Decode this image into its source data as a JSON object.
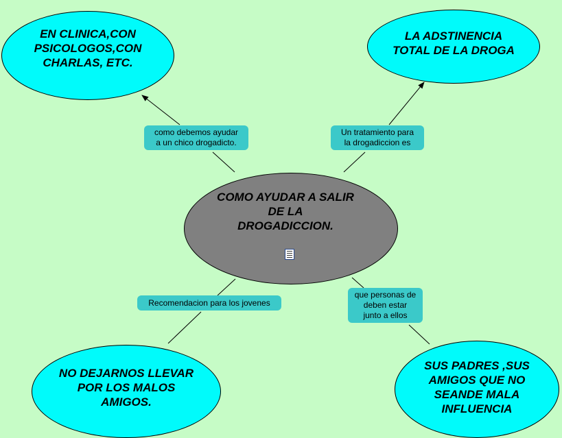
{
  "concept_map": {
    "center": "COMO AYUDAR A SALIR\nDE LA\nDROGADICCION.",
    "center_icon": "document-icon",
    "nodes": {
      "top_left": "EN CLINICA,CON\nPSICOLOGOS,CON\nCHARLAS, ETC.",
      "top_right": "LA ADSTINENCIA\nTOTAL DE LA DROGA",
      "bottom_left": "NO DEJARNOS LLEVAR\nPOR LOS MALOS\nAMIGOS.",
      "bottom_right": "SUS PADRES ,SUS\nAMIGOS QUE NO\nSEANDE MALA\nINFLUENCIA"
    },
    "links": {
      "top_left": "como debemos ayudar\na un chico drogadicto.",
      "top_right": "Un tratamiento para\nla drogadiccion es",
      "bottom_left": "Recomendacion para los jovenes",
      "bottom_right": "que personas de\ndeben estar\njunto a ellos"
    }
  },
  "colors": {
    "background": "#c6fcc6",
    "concept_fill": "#00fbfb",
    "center_fill": "#808080",
    "link_label_fill": "#3bc9c9"
  }
}
